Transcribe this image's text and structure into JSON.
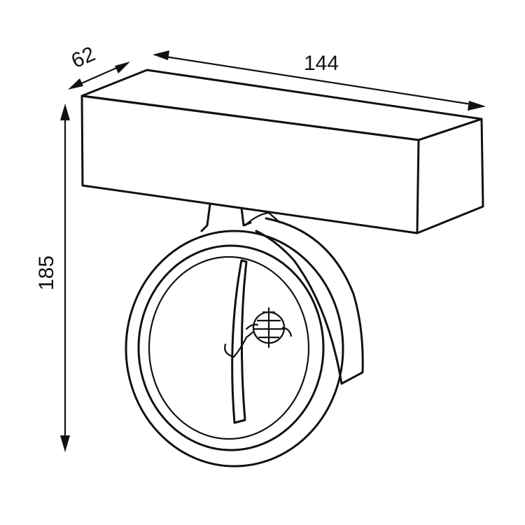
{
  "dimensions": {
    "depth": "62",
    "width": "144",
    "height": "185"
  },
  "colors": {
    "line": "#111111",
    "background": "#ffffff"
  }
}
